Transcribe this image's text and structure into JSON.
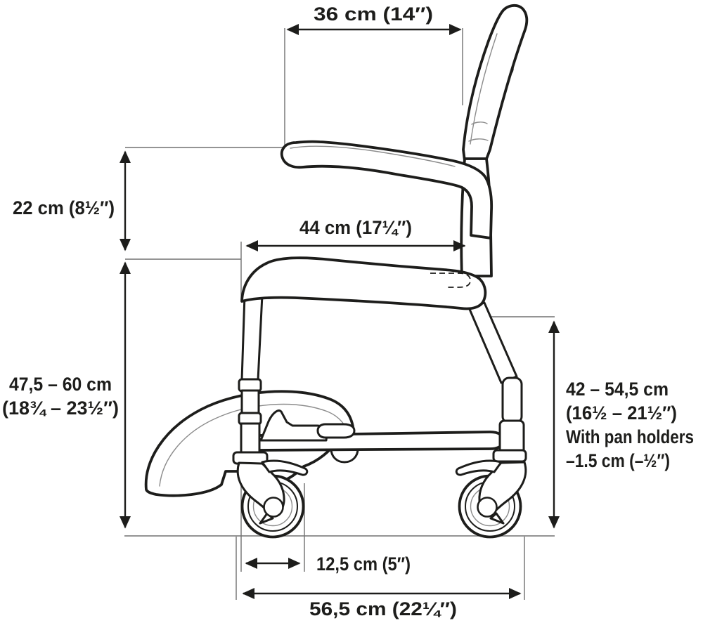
{
  "colors": {
    "ink": "#1d1d1b",
    "detail_line": "#8c8c8c",
    "extension_line": "#707070",
    "background": "#ffffff"
  },
  "dimensions": {
    "backrest_width": {
      "label": "36 cm (14″)"
    },
    "armrest_to_seat_height": {
      "label": "22 cm (8½″)"
    },
    "seat_depth": {
      "label": "44 cm (17¼″)"
    },
    "seat_height_range": {
      "lines": [
        "47,5 – 60 cm",
        "(18¾ – 23½″)"
      ]
    },
    "rear_height_range": {
      "lines": [
        "42 – 54,5 cm",
        "(16½ – 21½″)",
        "With pan holders",
        "–1.5 cm (–½″)"
      ]
    },
    "wheel_diameter": {
      "label": "12,5 cm (5″)"
    },
    "overall_length": {
      "label": "56,5 cm (22¼″)"
    }
  }
}
